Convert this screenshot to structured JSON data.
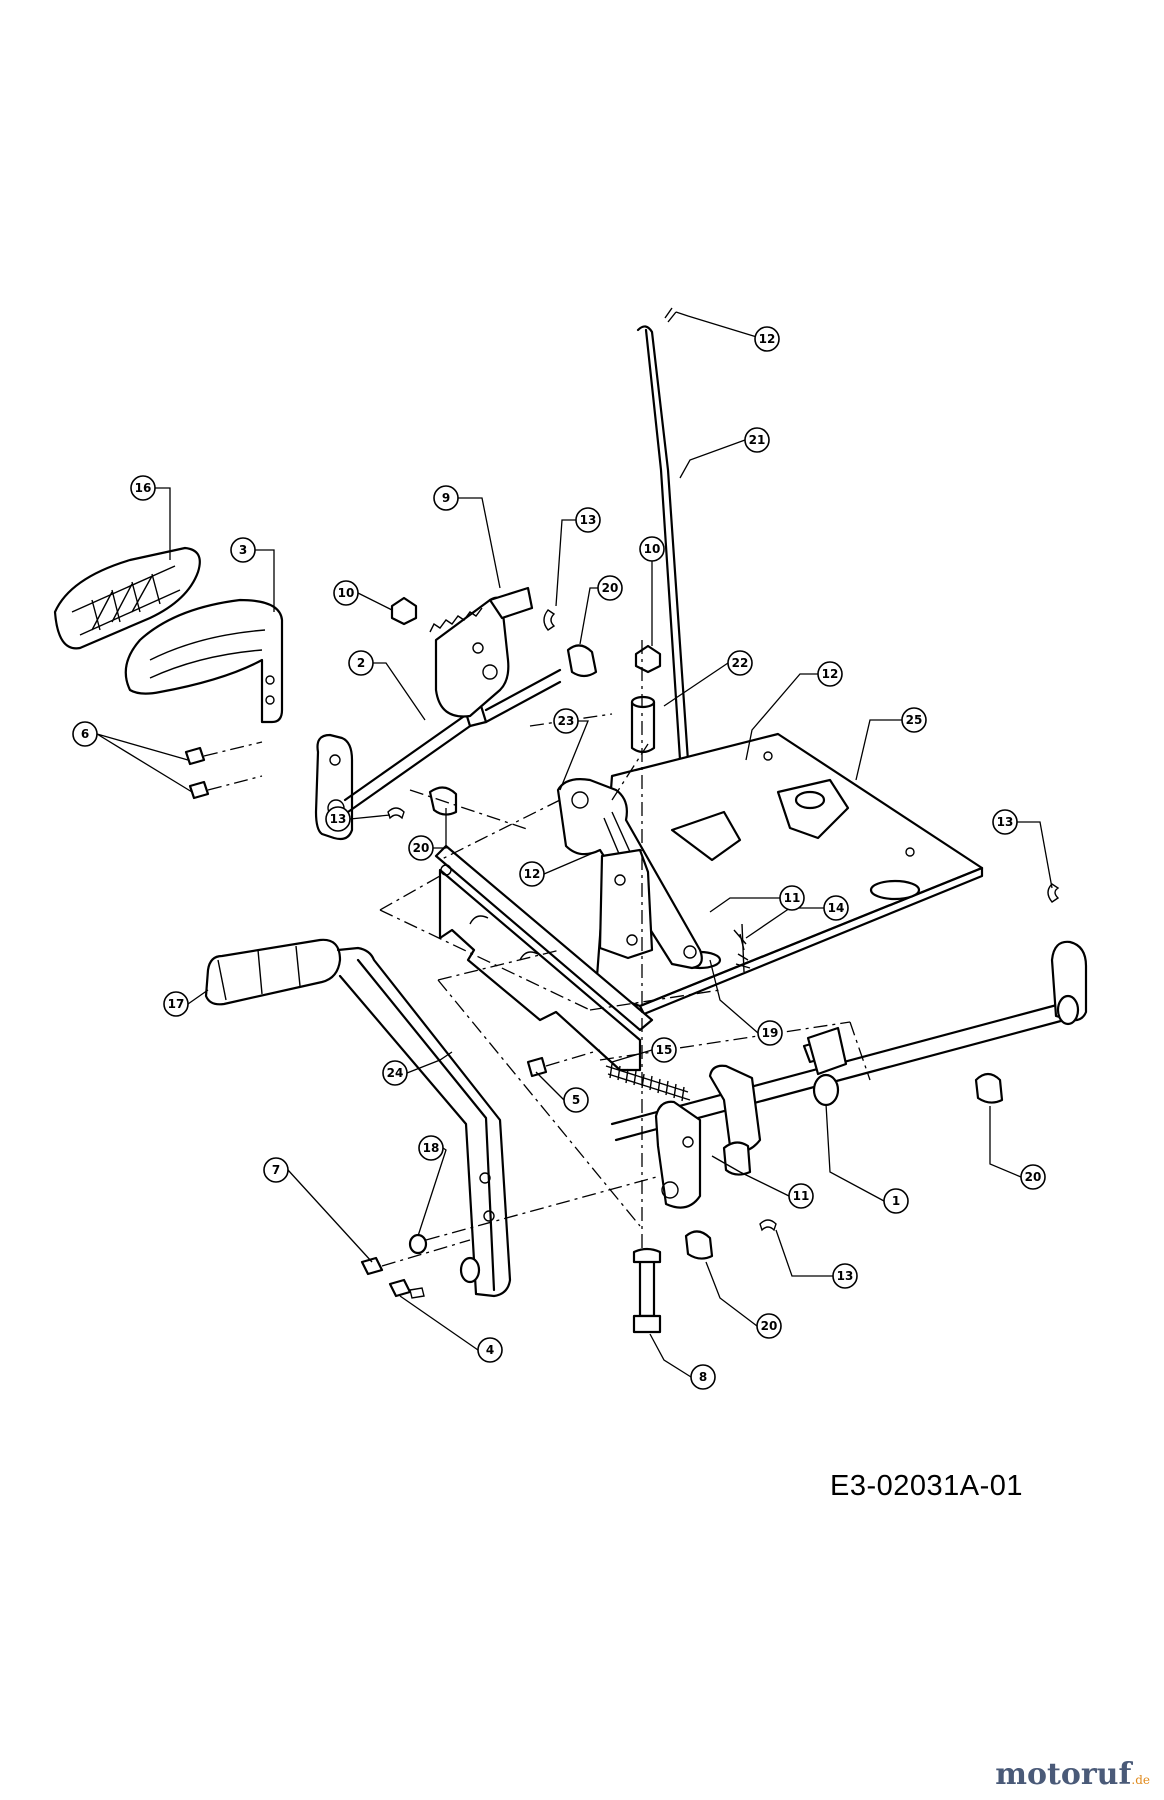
{
  "drawing_code": "E3-02031A-01",
  "watermark": {
    "brand": "motoruf",
    "tld": ".de"
  },
  "callouts": {
    "c12a": "12",
    "c21": "21",
    "c16": "16",
    "c3": "3",
    "c9": "9",
    "c13a": "13",
    "c10a": "10",
    "c20a": "20",
    "c10b": "10",
    "c22": "22",
    "c2": "2",
    "c12b": "12",
    "c25": "25",
    "c23": "23",
    "c6": "6",
    "c13b": "13",
    "c20b": "20",
    "c12c": "12",
    "c13c": "13",
    "c11a": "11",
    "c14": "14",
    "c17": "17",
    "c19": "19",
    "c15": "15",
    "c24": "24",
    "c5": "5",
    "c18": "18",
    "c7": "7",
    "c11b": "11",
    "c1": "1",
    "c20c": "20",
    "c13d": "13",
    "c20d": "20",
    "c4": "4",
    "c8": "8"
  }
}
